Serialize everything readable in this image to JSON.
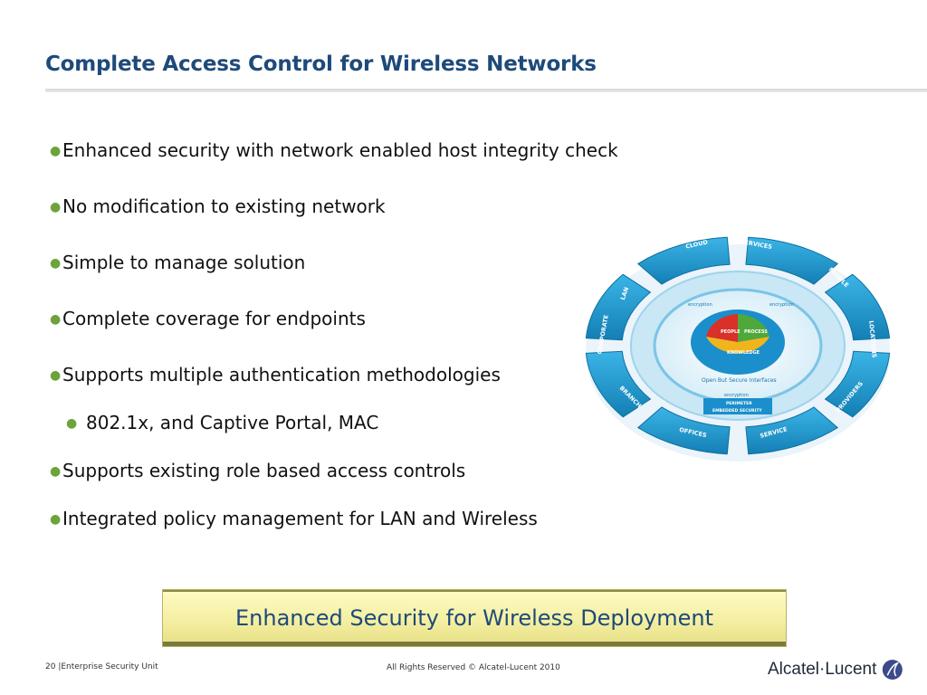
{
  "slide": {
    "title": "Complete Access Control for Wireless Networks"
  },
  "bullets": [
    {
      "text": "Enhanced security with network enabled host integrity check",
      "level": 1
    },
    {
      "text": "No modification to existing network",
      "level": 1
    },
    {
      "text": "Simple to manage solution",
      "level": 1
    },
    {
      "text": "Complete coverage for endpoints",
      "level": 1
    },
    {
      "text": "Supports multiple authentication methodologies",
      "level": 1
    },
    {
      "text": "802.1x, and Captive Portal, MAC",
      "level": 2
    },
    {
      "text": "Supports existing role based access controls",
      "level": 1
    },
    {
      "text": "Integrated policy management for LAN and Wireless",
      "level": 1
    }
  ],
  "diagram": {
    "outer_labels": [
      "CLOUD",
      "SERVICES",
      "MOBILE",
      "LOCATIONS",
      "PROVIDERS",
      "SERVICE",
      "OFFICES",
      "BRANCH",
      "CORPORATE",
      "LAN"
    ],
    "inner_labels": [
      "encryption",
      "encryption",
      "Open But Secure Interfaces",
      "encryption",
      "PERIMETER",
      "EMBEDDED SECURITY"
    ],
    "core_labels": [
      "PEOPLE",
      "PROCESS",
      "KNOWLEDGE"
    ],
    "colors": {
      "ring": "#1e9fd6",
      "people": "#d9302a",
      "process": "#4fa83a",
      "knowledge": "#f1b51c"
    }
  },
  "banner": {
    "text": "Enhanced Security for Wireless Deployment"
  },
  "footer": {
    "page": "20 |Enterprise Security Unit",
    "copyright": "All Rights Reserved © Alcatel-Lucent 2010",
    "logo_text": "Alcatel·Lucent"
  },
  "colors": {
    "title": "#1e4a7a",
    "bullet_dot": "#6ea23b",
    "banner_bg": "#f4efa2"
  }
}
